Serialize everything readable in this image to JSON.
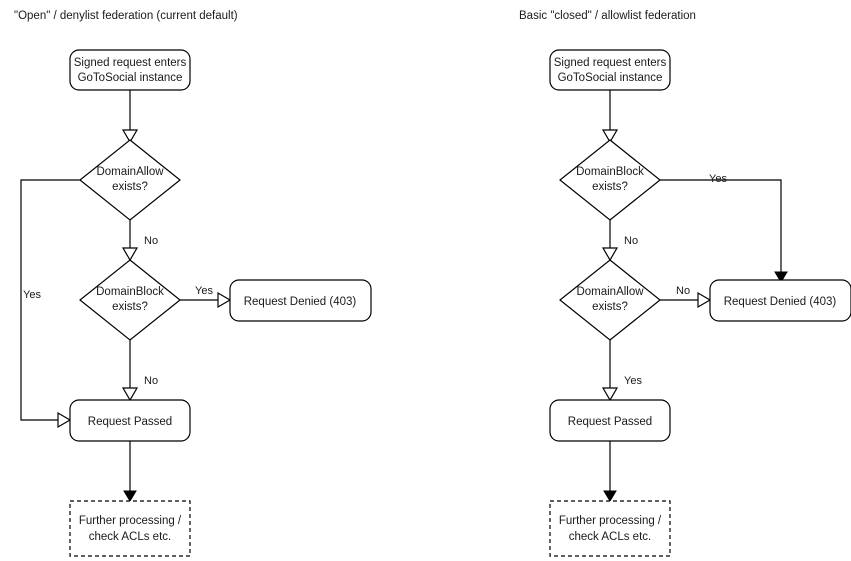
{
  "diagrams": [
    {
      "id": "open-denylist",
      "title": "\"Open\" / denylist federation (current default)",
      "nodes": {
        "entry": {
          "label_line1": "Signed request enters",
          "label_line2": "GoToSocial instance",
          "shape": "rounded-rect"
        },
        "decision1": {
          "label_line1": "DomainAllow",
          "label_line2": "exists?",
          "shape": "diamond"
        },
        "decision2": {
          "label_line1": "DomainBlock",
          "label_line2": "exists?",
          "shape": "diamond"
        },
        "denied": {
          "label": "Request Denied (403)",
          "shape": "rounded-rect"
        },
        "passed": {
          "label": "Request Passed",
          "shape": "rounded-rect"
        },
        "further": {
          "label_line1": "Further processing /",
          "label_line2": "check ACLs etc.",
          "shape": "dashed-rect"
        }
      },
      "edges": [
        {
          "from": "entry",
          "to": "decision1",
          "label": ""
        },
        {
          "from": "decision1",
          "to": "passed",
          "label": "Yes"
        },
        {
          "from": "decision1",
          "to": "decision2",
          "label": "No"
        },
        {
          "from": "decision2",
          "to": "denied",
          "label": "Yes"
        },
        {
          "from": "decision2",
          "to": "passed",
          "label": "No"
        },
        {
          "from": "passed",
          "to": "further",
          "label": ""
        }
      ]
    },
    {
      "id": "closed-allowlist",
      "title": "Basic \"closed\" / allowlist federation",
      "nodes": {
        "entry": {
          "label_line1": "Signed request enters",
          "label_line2": "GoToSocial instance",
          "shape": "rounded-rect"
        },
        "decision1": {
          "label_line1": "DomainBlock",
          "label_line2": "exists?",
          "shape": "diamond"
        },
        "decision2": {
          "label_line1": "DomainAllow",
          "label_line2": "exists?",
          "shape": "diamond"
        },
        "denied": {
          "label": "Request Denied (403)",
          "shape": "rounded-rect"
        },
        "passed": {
          "label": "Request Passed",
          "shape": "rounded-rect"
        },
        "further": {
          "label_line1": "Further processing /",
          "label_line2": "check ACLs etc.",
          "shape": "dashed-rect"
        }
      },
      "edges": [
        {
          "from": "entry",
          "to": "decision1",
          "label": ""
        },
        {
          "from": "decision1",
          "to": "denied",
          "label": "Yes"
        },
        {
          "from": "decision1",
          "to": "decision2",
          "label": "No"
        },
        {
          "from": "decision2",
          "to": "denied",
          "label": "No"
        },
        {
          "from": "decision2",
          "to": "passed",
          "label": "Yes"
        },
        {
          "from": "passed",
          "to": "further",
          "label": ""
        }
      ]
    }
  ],
  "colors": {
    "stroke": "#000000",
    "fill": "#ffffff",
    "text": "#1a1a1a"
  }
}
